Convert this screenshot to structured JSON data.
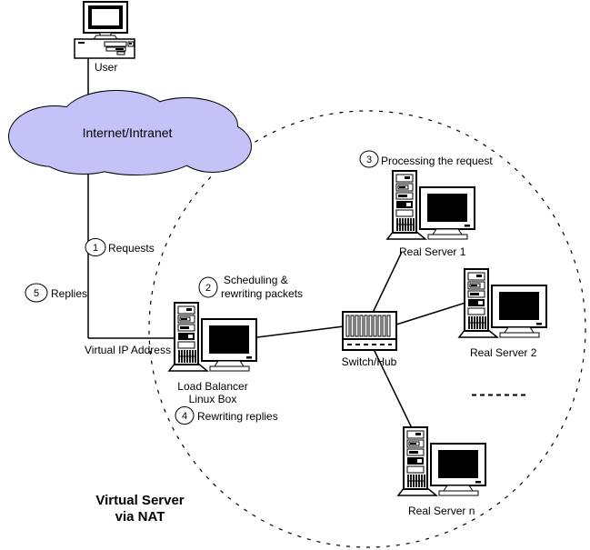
{
  "colors": {
    "cloud_fill": "#c5c2f8",
    "line": "#000000",
    "background": "#ffffff"
  },
  "title": {
    "line1": "Virtual Server",
    "line2": "via NAT"
  },
  "nodes": {
    "user": {
      "label": "User"
    },
    "cloud": {
      "label": "Internet/Intranet"
    },
    "virtual_ip": {
      "label": "Virtual IP Address"
    },
    "load_balancer": {
      "line1": "Load Balancer",
      "line2": "Linux Box"
    },
    "switch_hub": {
      "label": "Switch/Hub"
    },
    "real_server_1": {
      "label": "Real Server 1"
    },
    "real_server_2": {
      "label": "Real Server 2"
    },
    "real_server_n": {
      "label": "Real Server n"
    }
  },
  "steps": [
    {
      "number": "1",
      "label": "Requests"
    },
    {
      "number": "2",
      "line1": "Scheduling &",
      "line2": "rewriting packets"
    },
    {
      "number": "3",
      "label": "Processing the request"
    },
    {
      "number": "4",
      "label": "Rewriting replies"
    },
    {
      "number": "5",
      "label": "Replies"
    }
  ],
  "icons": {
    "user": "desktop-computer-icon",
    "cloud": "cloud-icon",
    "load_balancer": "tower-computer-icon",
    "switch_hub": "switch-hub-icon",
    "real_servers": "tower-computer-icon",
    "cluster_boundary": "dashed-circle",
    "more_servers": "ellipsis-dashes-icon"
  }
}
